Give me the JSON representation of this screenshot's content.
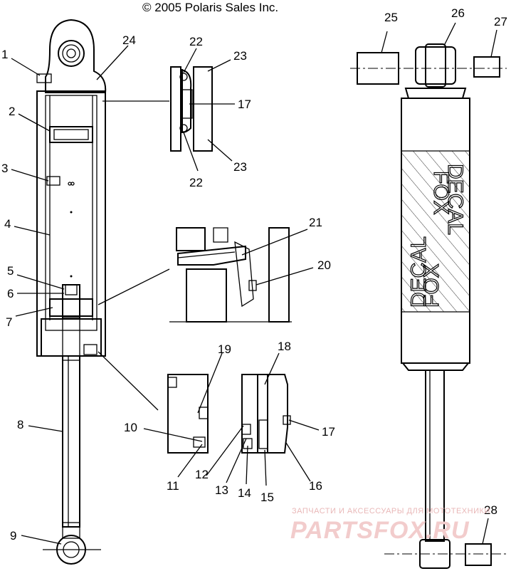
{
  "copyright": "© 2005 Polaris Sales Inc.",
  "callouts": [
    "1",
    "2",
    "3",
    "4",
    "5",
    "6",
    "7",
    "8",
    "9",
    "10",
    "11",
    "12",
    "13",
    "14",
    "15",
    "16",
    "17",
    "18",
    "19",
    "20",
    "21",
    "22",
    "23",
    "24",
    "25",
    "26",
    "27",
    "28"
  ],
  "callout_17b": "17",
  "callout_22b": "22",
  "callout_23b": "23",
  "decal_text": [
    "DECAL",
    "FOX",
    "DECAL",
    "FOX"
  ],
  "watermark": {
    "tagline": "ЗАПЧАСТИ И АКСЕССУАРЫ ДЛЯ МОТОТЕХНИКИ",
    "brand": "PARTSFOX.RU"
  }
}
